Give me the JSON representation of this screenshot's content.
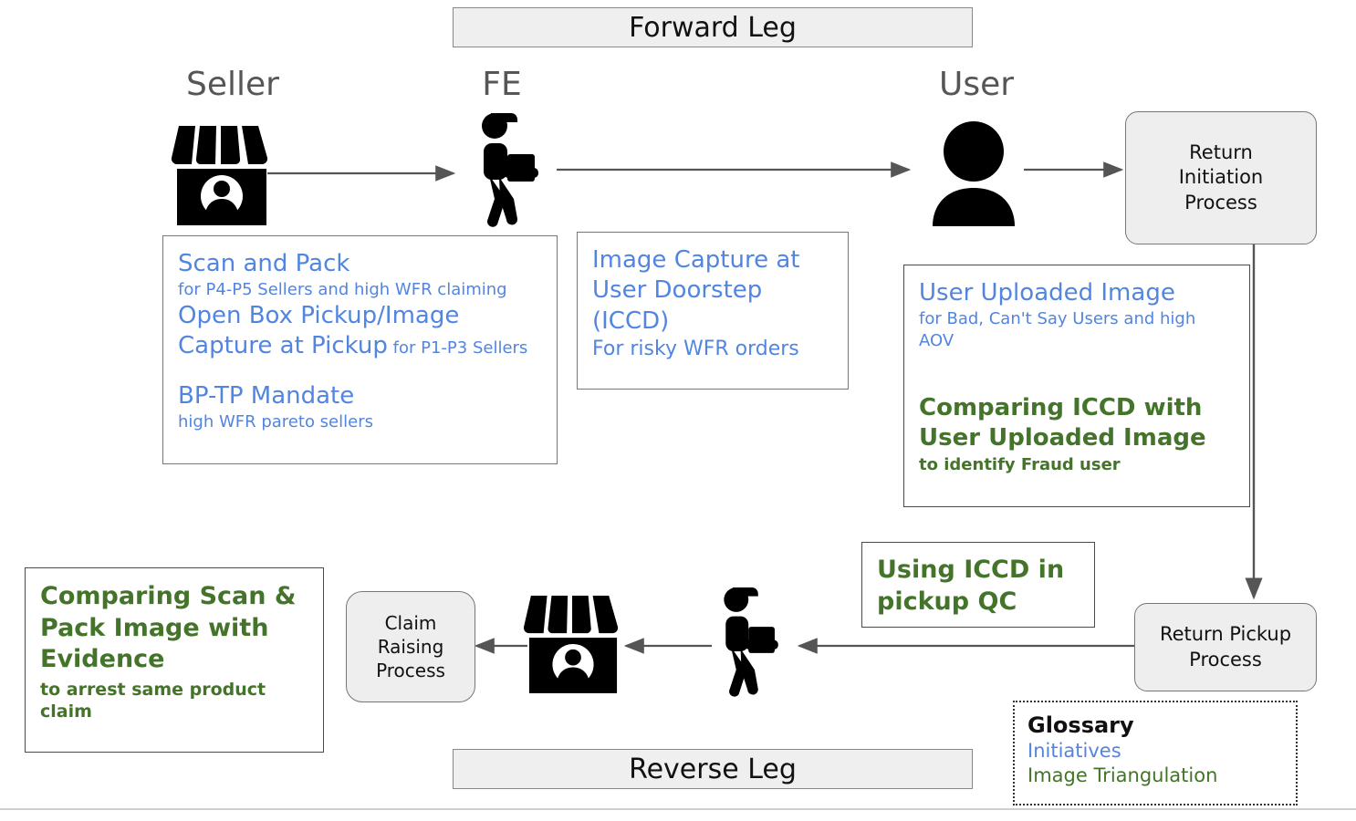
{
  "diagram": {
    "title_forward": "Forward Leg",
    "title_reverse": "Reverse Leg",
    "colors": {
      "initiative_blue": "#5285e0",
      "triangulation_green": "#44742a",
      "banner_fill": "#efefef",
      "process_fill": "#eeeeee",
      "arrow": "#555555"
    }
  },
  "lanes": [
    {
      "label": "Seller",
      "icon": "storefront-icon"
    },
    {
      "label": "FE",
      "icon": "delivery-agent-icon"
    },
    {
      "label": "User",
      "icon": "person-icon"
    }
  ],
  "processes": {
    "return_initiation": "Return Initiation Process",
    "return_initiation_lines": [
      "Return",
      "Initiation",
      "Process"
    ],
    "return_pickup": "Return Pickup Process",
    "return_pickup_lines": [
      "Return Pickup",
      "Process"
    ],
    "claim_raising": "Claim Raising Process",
    "claim_raising_lines": [
      "Claim",
      "Raising",
      "Process"
    ]
  },
  "boxes": {
    "seller_initiatives": {
      "items": [
        {
          "title": "Scan and Pack",
          "sub": "for P4-P5 Sellers and high WFR claiming",
          "inline": false
        },
        {
          "title": "Open Box Pickup/Image Capture at Pickup",
          "sub": "for P1-P3 Sellers",
          "inline": true
        },
        {
          "title": "BP-TP Mandate",
          "sub": "high WFR pareto sellers",
          "inline": false
        }
      ]
    },
    "fe_initiative": {
      "title": "Image Capture at User Doorstep (ICCD)",
      "sub": "For risky WFR orders"
    },
    "user_initiative": {
      "title": "User Uploaded Image",
      "sub": "for Bad, Can't Say Users and high AOV",
      "green_title": "Comparing ICCD with User Uploaded Image",
      "green_sub": "to identify Fraud user"
    },
    "pickup_qc": {
      "title": "Using ICCD in pickup QC"
    },
    "scan_pack_compare": {
      "title": "Comparing Scan & Pack Image with Evidence",
      "sub": "to arrest same product claim"
    }
  },
  "glossary": {
    "title": "Glossary",
    "entries": [
      {
        "label": "Initiatives",
        "color": "blue"
      },
      {
        "label": "Image Triangulation",
        "color": "green"
      }
    ]
  }
}
